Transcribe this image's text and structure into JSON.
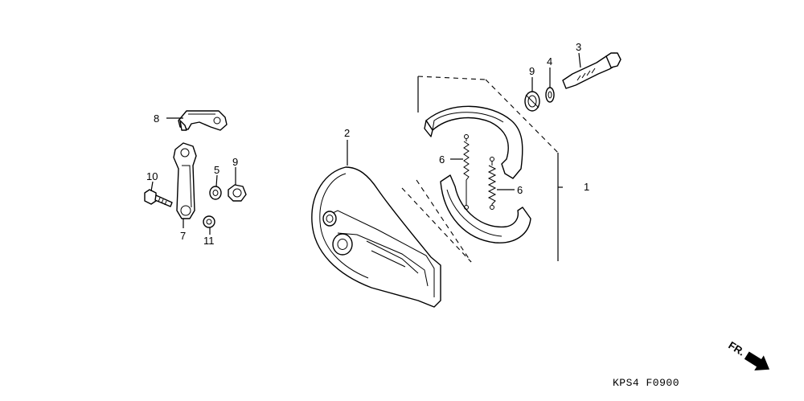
{
  "labels": {
    "l1": "1",
    "l2": "2",
    "l3": "3",
    "l4": "4",
    "l5": "5",
    "l6a": "6",
    "l6b": "6",
    "l7": "7",
    "l8": "8",
    "l9a": "9",
    "l9b": "9",
    "l10": "10",
    "l11": "11"
  },
  "direction_marker": "FR.",
  "diagram_code": "KPS4  F0900"
}
